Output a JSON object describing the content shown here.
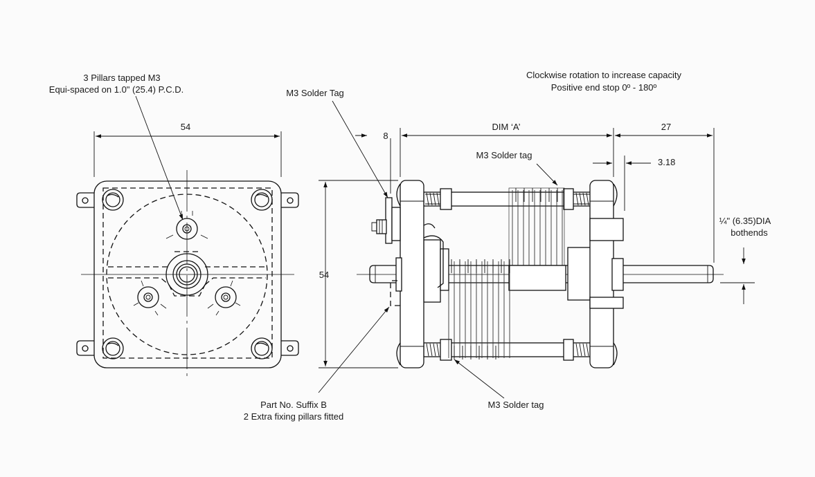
{
  "labels": {
    "pillars_line1": "3 Pillars tapped M3",
    "pillars_line2": "Equi-spaced on 1.0\" (25.4) P.C.D.",
    "solder_tag_top": "M3 Solder Tag",
    "rotation_line1": "Clockwise rotation to increase capacity",
    "rotation_line2": "Positive end stop 0º - 180º",
    "solder_tag_mid": "M3 Solder tag",
    "shaft_dia_line1": "¼\" (6.35)DIA",
    "shaft_dia_line2": "bothends",
    "suffix_line1": "Part No. Suffix B",
    "suffix_line2": "2 Extra fixing pillars fitted",
    "solder_tag_bottom": "M3 Solder tag"
  },
  "dimensions": {
    "front_width": "54",
    "front_height": "54",
    "dim_8": "8",
    "dim_a": "DIM ‘A’",
    "dim_27": "27",
    "dim_318": "3.18"
  }
}
